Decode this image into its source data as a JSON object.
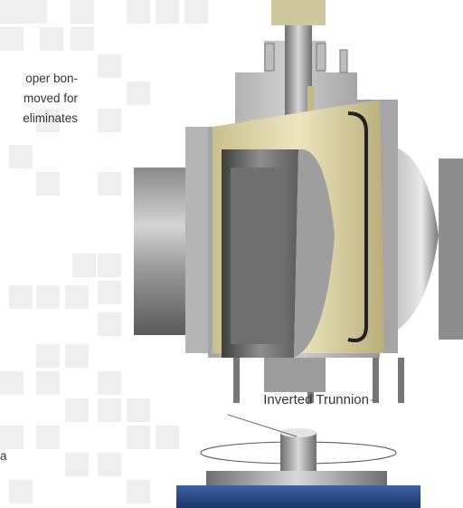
{
  "caption": {
    "lines": [
      "oper bon-",
      "moved for",
      "eliminates"
    ]
  },
  "stray_text": "a",
  "callout": {
    "label": "Inverted Trunnion"
  }
}
